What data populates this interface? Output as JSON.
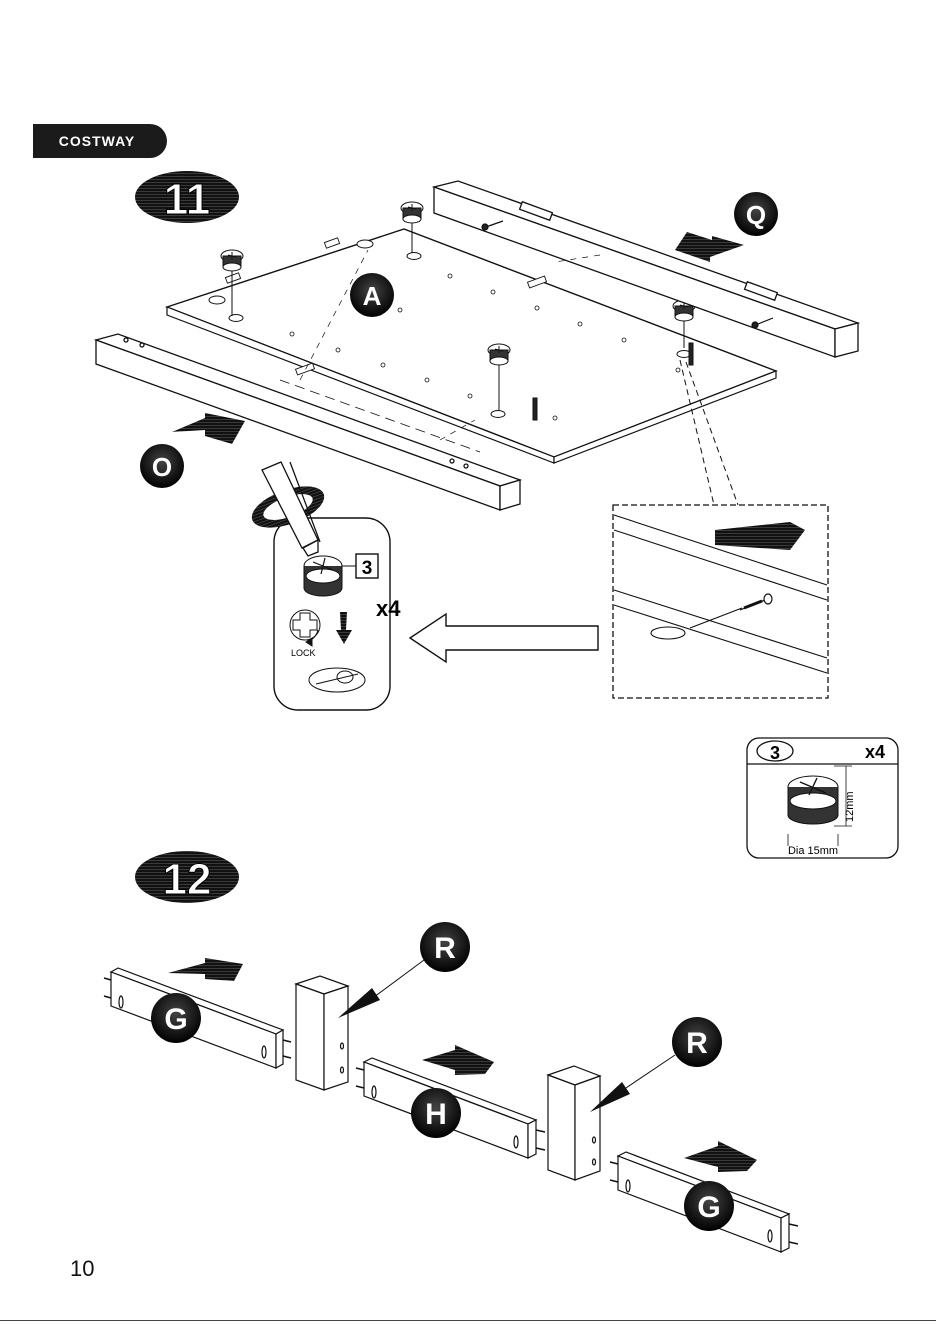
{
  "header": {
    "brand": "COSTWAY"
  },
  "step11": {
    "number": "11",
    "labels": {
      "panel": "A",
      "rail_left": "O",
      "rail_right": "Q"
    },
    "inset": {
      "part": "3",
      "qty": "x4",
      "lock_label": "LOCK"
    }
  },
  "part_callout": {
    "part": "3",
    "qty": "x4",
    "height": "12mm",
    "diameter": "Dia 15mm"
  },
  "step12": {
    "number": "12",
    "labels": {
      "g1": "G",
      "r1": "R",
      "h": "H",
      "r2": "R",
      "g2": "G"
    }
  },
  "footer": {
    "page_number": "10"
  }
}
